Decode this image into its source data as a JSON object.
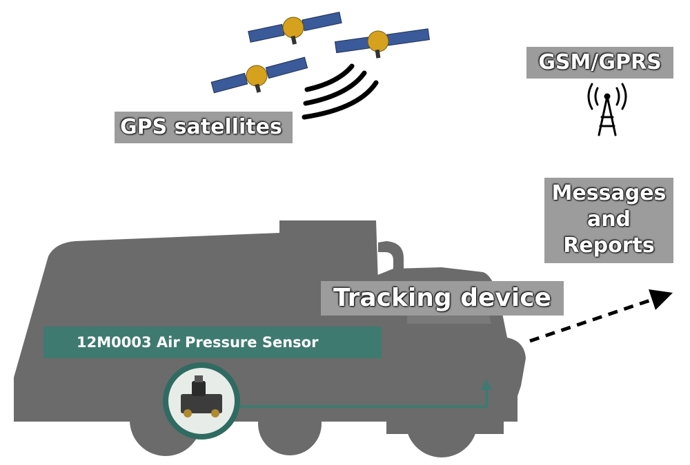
{
  "labels": {
    "gps": "GPS satellites",
    "gsm": "GSM/GPRS",
    "messages": "Messages and Reports",
    "tracking": "Tracking device",
    "sensor": "12M0003 Air Pressure Sensor"
  },
  "icons": {
    "satellite": "satellite-icon",
    "tower": "radio-tower-icon",
    "signal": "signal-waves-icon",
    "arrow": "dashed-arrow-icon",
    "sensor": "air-pressure-sensor-icon"
  },
  "colors": {
    "truck": "#6b6b6b",
    "label_bg": "#9c9c9c",
    "sensor_bg": "#3e7a70",
    "sensor_ring": "#2f6b60",
    "satellite_panel": "#3a5a9a",
    "satellite_body": "#d6a21e"
  }
}
